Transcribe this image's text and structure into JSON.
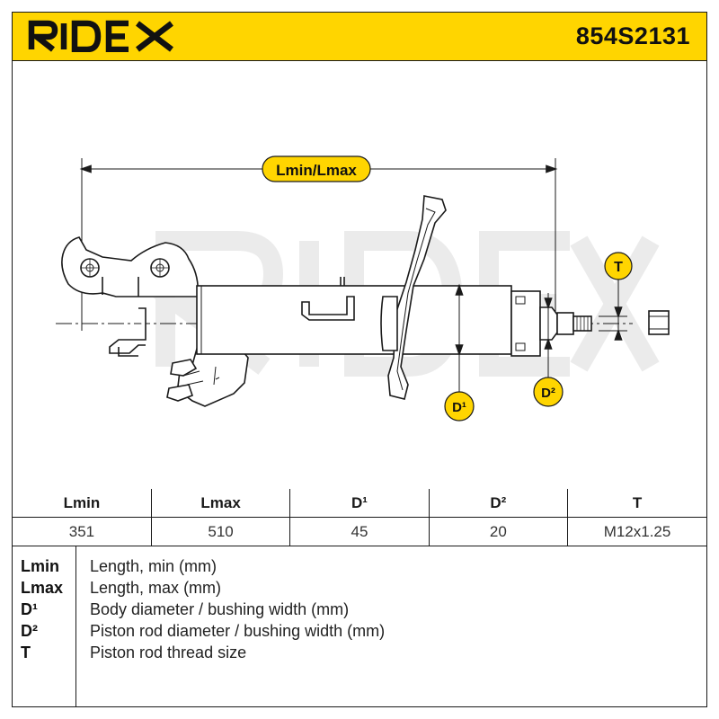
{
  "header": {
    "brand": "RIDEX",
    "part_number": "854S2131",
    "colors": {
      "brand_yellow": "#ffd500",
      "ink": "#1a1a1a"
    }
  },
  "drawing": {
    "labels": {
      "length": "Lmin/Lmax",
      "thread": "T",
      "body_diameter": "D¹",
      "rod_diameter": "D²"
    },
    "watermark": "RIDEX"
  },
  "spec_table": {
    "headers": [
      "Lmin",
      "Lmax",
      "D¹",
      "D²",
      "T"
    ],
    "values": [
      "351",
      "510",
      "45",
      "20",
      "M12x1.25"
    ]
  },
  "legend": [
    {
      "key": "Lmin",
      "description": "Length, min (mm)"
    },
    {
      "key": "Lmax",
      "description": "Length, max (mm)"
    },
    {
      "key": "D¹",
      "description": "Body diameter / bushing width (mm)"
    },
    {
      "key": "D²",
      "description": "Piston rod diameter / bushing width (mm)"
    },
    {
      "key": "T",
      "description": "Piston rod thread size"
    }
  ]
}
